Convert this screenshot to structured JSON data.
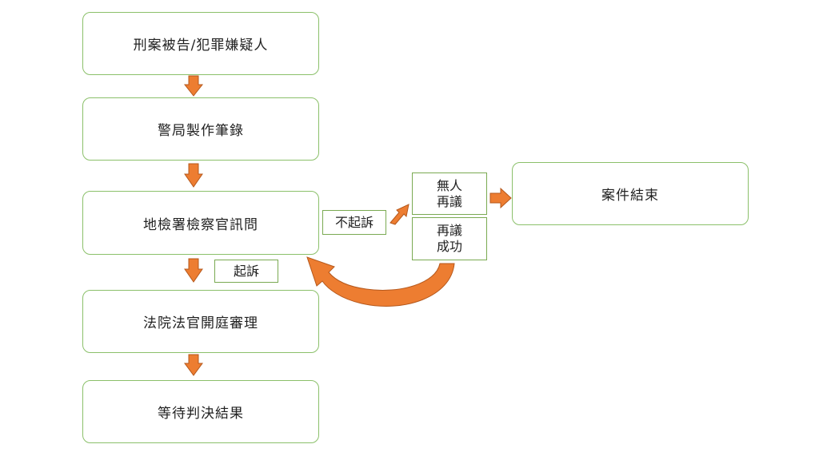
{
  "nodes": {
    "suspect": "刑案被告/犯罪嫌疑人",
    "police": "警局製作筆錄",
    "prosecutor": "地檢署檢察官訊問",
    "court": "法院法官開庭審理",
    "verdict": "等待判決結果",
    "case_closed": "案件結束"
  },
  "labels": {
    "no_indictment": "不起訴",
    "indictment": "起訴",
    "no_reconsideration_line1": "無人",
    "no_reconsideration_line2": "再議",
    "reconsideration_success_line1": "再議",
    "reconsideration_success_line2": "成功"
  },
  "colors": {
    "box_border": "#8bc06a",
    "arrow_fill": "#ed7d31",
    "arrow_stroke": "#b5581c"
  }
}
